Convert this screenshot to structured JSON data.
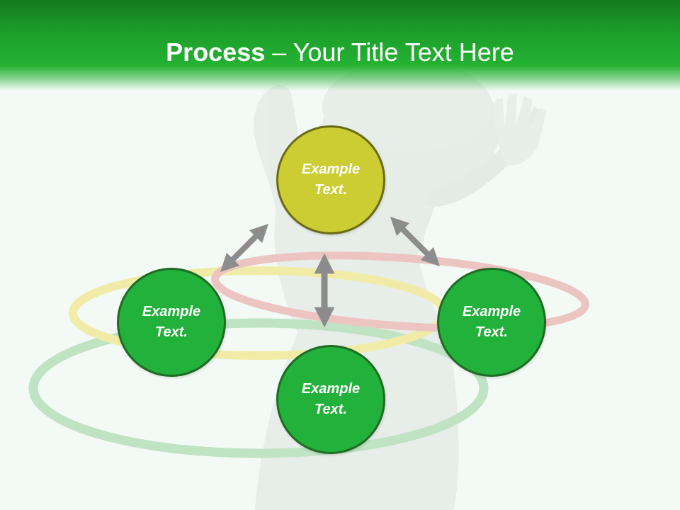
{
  "title": {
    "bold": "Process",
    "separator": " – ",
    "rest": "Your Title Text Here"
  },
  "nodes": {
    "top": "Example Text.",
    "left": "Example Text.",
    "right": "Example Text.",
    "bottom": "Example Text."
  },
  "colors": {
    "header_green": "#22b13a",
    "node_green": "#22b13a",
    "node_olive": "#cccc33",
    "arrow_gray": "#8c8c8c",
    "ring_green": "#7fcf8c",
    "ring_yellow": "#e9e27a",
    "ring_red": "#e0908c"
  }
}
